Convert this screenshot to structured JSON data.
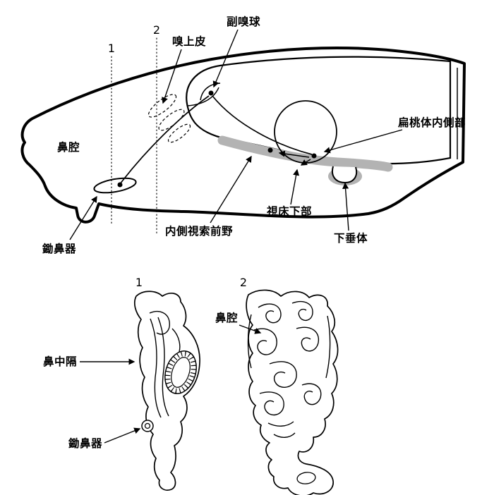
{
  "colors": {
    "ink": "#000000",
    "shade": "#b3b3b3",
    "background": "#ffffff"
  },
  "top": {
    "marker_1": "1",
    "marker_2": "2",
    "labels": {
      "olfactory_epithelium": "嗅上皮",
      "accessory_olfactory_bulb": "副嗅球",
      "nasal_cavity": "鼻腔",
      "medial_amygdala": "扁桃体内側部",
      "medial_preoptic_area": "内側視索前野",
      "hypothalamus": "視床下部",
      "pituitary": "下垂体",
      "vomeronasal_organ": "鋤鼻器"
    }
  },
  "bottom": {
    "section_1": {
      "marker": "1",
      "labels": {
        "nasal_septum": "鼻中隔",
        "vomeronasal_organ": "鋤鼻器"
      }
    },
    "section_2": {
      "marker": "2",
      "labels": {
        "nasal_cavity": "鼻腔"
      }
    }
  }
}
